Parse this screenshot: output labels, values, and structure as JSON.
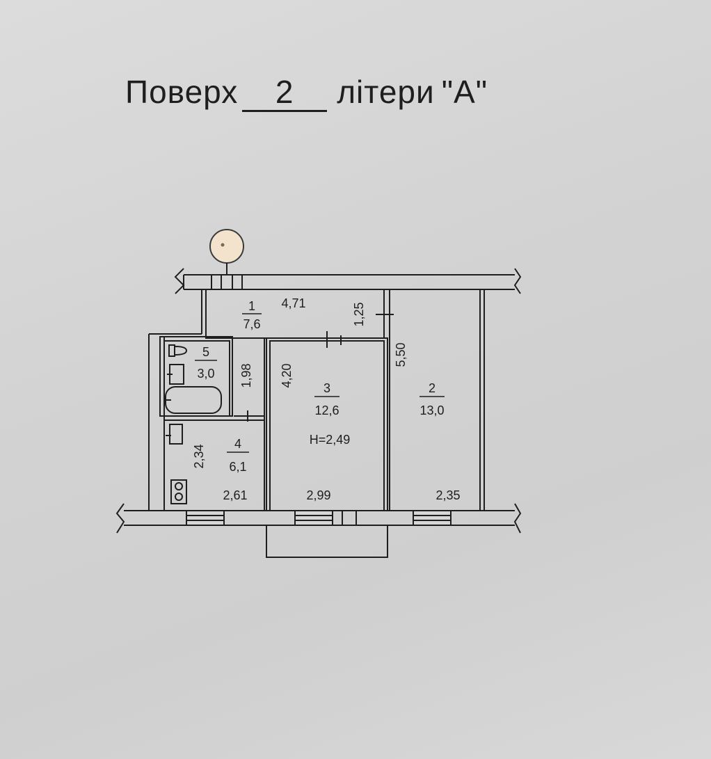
{
  "header": {
    "floor_word": "Поверх",
    "floor_number": "2",
    "letter_phrase": "літери",
    "letter_value": "\"A\""
  },
  "rooms": [
    {
      "number": "1",
      "area": "7,6"
    },
    {
      "number": "2",
      "area": "13,0"
    },
    {
      "number": "3",
      "area": "12,6"
    },
    {
      "number": "4",
      "area": "6,1"
    },
    {
      "number": "5",
      "area": "3,0"
    }
  ],
  "dimensions": {
    "corridor_length": "4,71",
    "corridor_width": "1,25",
    "passage_length": "1,98",
    "room3_depth": "4,20",
    "room2_depth": "5,50",
    "kitchen_depth": "2,34",
    "kitchen_width": "2,61",
    "room3_width": "2,99",
    "room2_width": "2,35"
  },
  "ceiling_height": "H=2,49",
  "colors": {
    "ink": "#1e1e1e",
    "paper": "#d6d6d6",
    "marker": "#f3e3cc"
  },
  "icons": [
    "north-marker-icon",
    "toilet-icon",
    "sink-icon",
    "bathtub-icon",
    "stove-icon"
  ]
}
